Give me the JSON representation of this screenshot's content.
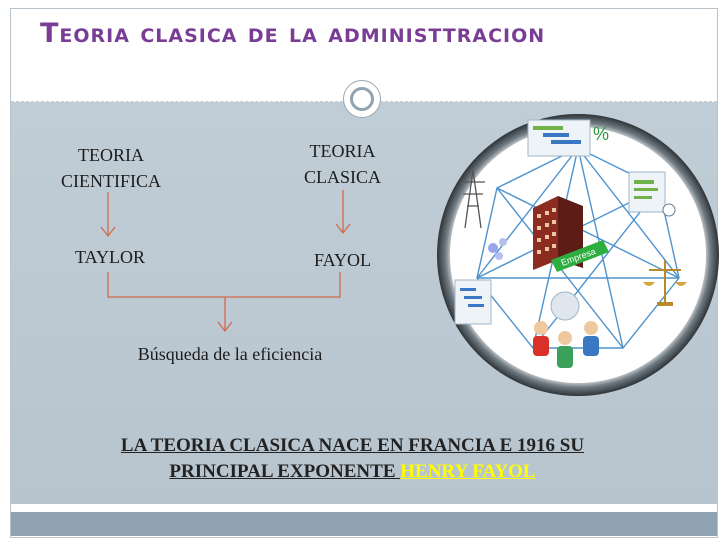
{
  "slide": {
    "title": "Teoria clasica de la administtracion"
  },
  "diagram": {
    "left_top": [
      "TEORIA",
      "CIENTIFICA"
    ],
    "right_top": [
      "TEORIA",
      "CLASICA"
    ],
    "left_bottom": "TAYLOR",
    "right_bottom": "FAYOL",
    "result": "Búsqueda de la eficiencia"
  },
  "statement": {
    "line1": "LA TEORIA CLASICA NACE EN FRANCIA E 1916 SU",
    "line2_prefix": "PRINCIPAL EXPONENTE ",
    "highlight": "HENRY FAYOL",
    "highlight_color": "#ffff00"
  },
  "illustration": {
    "building_label": "Empresa"
  },
  "colors": {
    "title": "#7a3d96",
    "panel": "#bdc9d2",
    "footer": "#8fa3b2",
    "arrow": "#d06a4a"
  }
}
